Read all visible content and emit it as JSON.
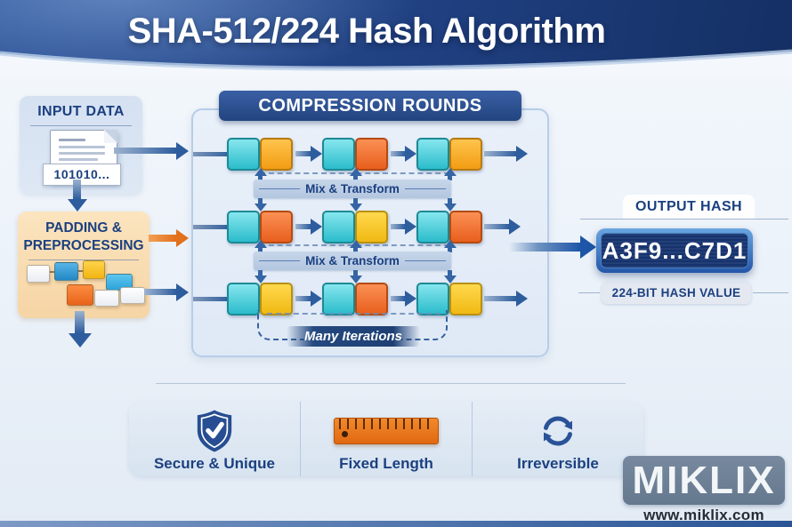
{
  "header": {
    "title": "SHA-512/224 Hash Algorithm"
  },
  "input_section": {
    "title": "INPUT DATA",
    "doc_label": "101010..."
  },
  "padding_section": {
    "title_line1": "PADDING &",
    "title_line2": "PREPROCESSING"
  },
  "compression": {
    "banner": "COMPRESSION ROUNDS",
    "mix_label_top": "Mix & Transform",
    "mix_label_bottom": "Mix & Transform",
    "iterations_label": "Many Iterations"
  },
  "output_section": {
    "title": "OUTPUT HASH",
    "hash_value": "A3F9...C7D1",
    "caption": "224-BIT HASH VALUE"
  },
  "features": [
    {
      "icon": "shield-check-icon",
      "label": "Secure & Unique"
    },
    {
      "icon": "ruler-icon",
      "label": "Fixed Length"
    },
    {
      "icon": "cycle-icon",
      "label": "Irreversible"
    }
  ],
  "branding": {
    "logo_text": "MIKLIX",
    "website": "www.miklix.com"
  },
  "colors": {
    "header_blue": "#1f3f80",
    "navy_text": "#1b4080",
    "panel_blue": "#e4edf8",
    "cyan_box": "#3cc9d6",
    "orange_box": "#f5a623",
    "red_orange_box": "#ed6b2f",
    "yellow_box": "#f5c21d",
    "arrow_blue": "#2e5d9e",
    "arrow_orange": "#e2701d",
    "hash_bg": "#16336e"
  }
}
